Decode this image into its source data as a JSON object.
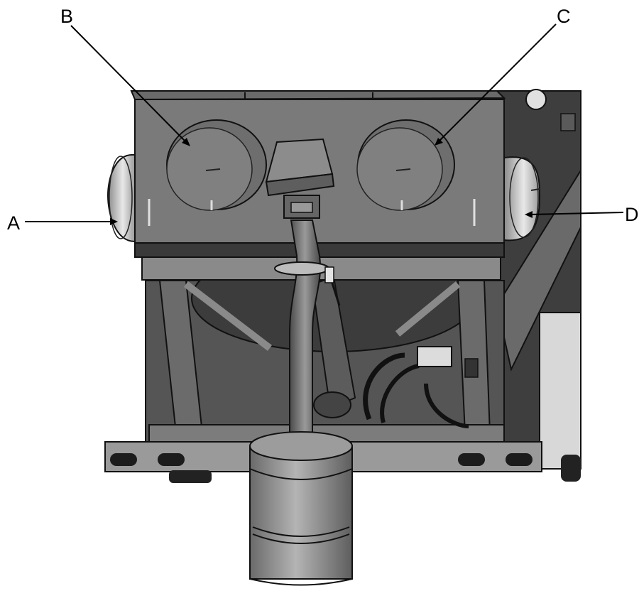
{
  "callouts": {
    "a": "A",
    "b": "B",
    "c": "C",
    "d": "D"
  },
  "colors": {
    "background": "#ffffff",
    "steel_dark": "#505050",
    "steel_mid": "#7a7a7a",
    "steel_light": "#a9a9a9",
    "highlight": "#e4e4e4",
    "outline": "#111111",
    "leader_line": "#000000"
  }
}
